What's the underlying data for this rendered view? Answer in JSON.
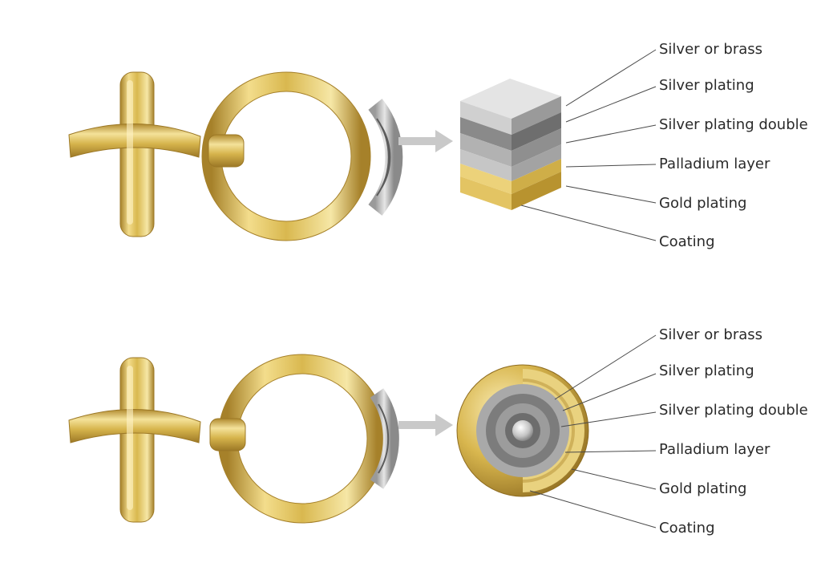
{
  "panels": [
    {
      "shape": "cube",
      "labels": [
        "Silver or brass",
        "Silver plating",
        "Silver plating double",
        "Palladium layer",
        "Gold plating",
        "Coating"
      ]
    },
    {
      "shape": "sphere",
      "labels": [
        "Silver or brass",
        "Silver plating",
        "Silver plating double",
        "Palladium layer",
        "Gold plating",
        "Coating"
      ]
    }
  ],
  "colors": {
    "gold_light": "#f3dd8c",
    "gold_mid": "#d9b84f",
    "gold_dark": "#a6812a",
    "silver_light": "#e2e2e2",
    "silver_mid": "#a8a8a8",
    "silver_dark": "#6f6f6f",
    "arrow": "#c9c9c9",
    "leader": "#4a4a4a"
  }
}
